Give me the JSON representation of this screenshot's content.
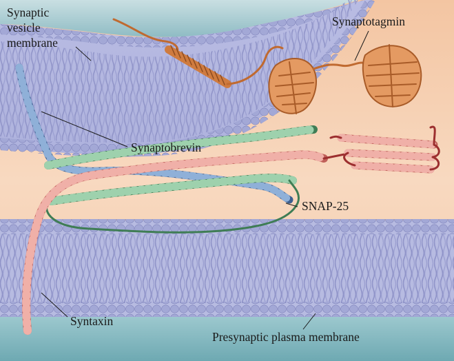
{
  "labels": {
    "vesicle_membrane": [
      "Synaptic",
      "vesicle",
      "membrane"
    ],
    "synaptotagmin": "Synaptotagmin",
    "synaptobrevin": "Synaptobrevin",
    "snap25": "SNAP-25",
    "syntaxin": "Syntaxin",
    "plasma_membrane": "Presynaptic plasma membrane"
  },
  "colors": {
    "synaptobrevin": "#3d5f8f",
    "syntaxin": "#c0605a",
    "snap25": "#3f7d55",
    "synaptotagmin": "#cf7b3f",
    "lipid_head": "#a3a8d6",
    "lipid_tail": "#8f93c8",
    "cytoplasm": "#f5c8a6",
    "extracellular": "#7fb7bf"
  }
}
